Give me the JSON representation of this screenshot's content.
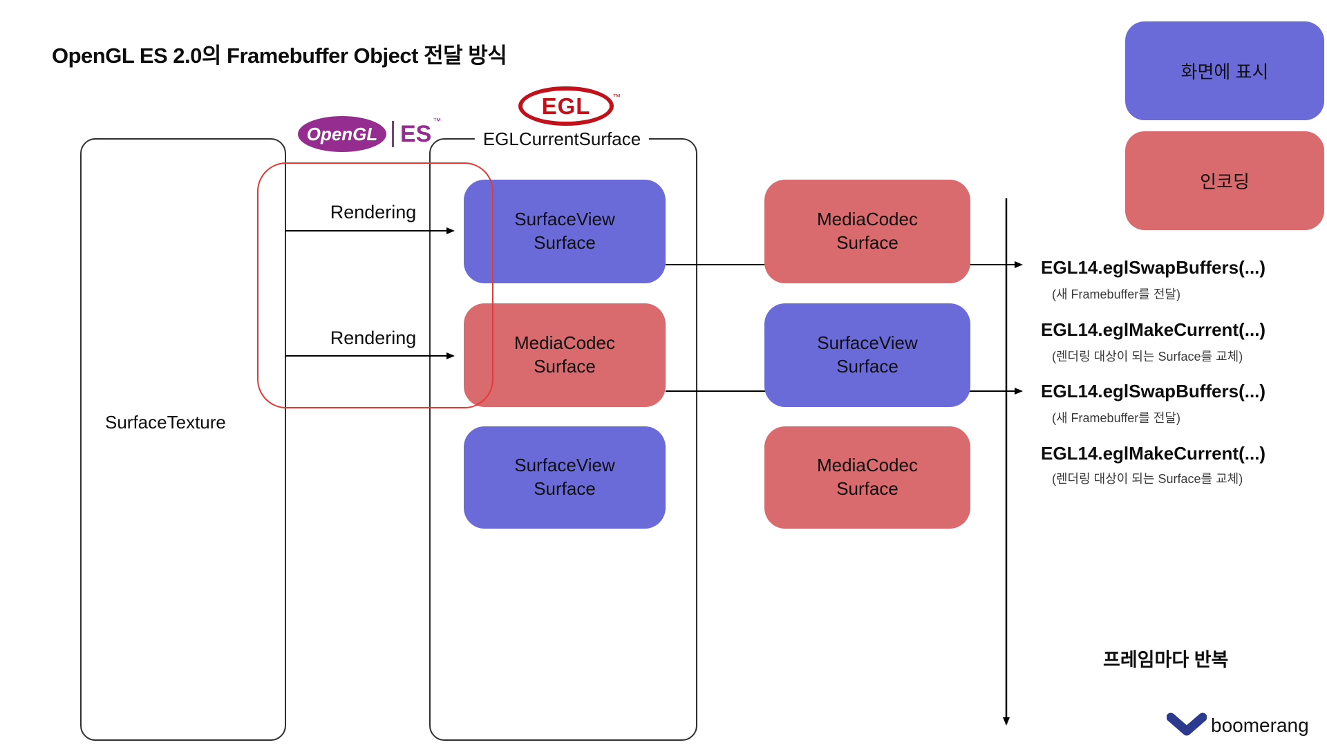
{
  "title": "OpenGL ES 2.0의 Framebuffer Object 전달 방식",
  "legend": {
    "display_label": "화면에 표시",
    "encoding_label": "인코딩"
  },
  "colors": {
    "display_blue": "#6b6ad9",
    "encoding_red": "#d96a6e",
    "highlight_outline": "#e53935",
    "opengl_purple": "#952d90",
    "egl_red": "#c1121c",
    "brand_navy": "#2b3a8f"
  },
  "surface_texture": {
    "label": "SurfaceTexture"
  },
  "egl_container": {
    "label": "EGLCurrentSurface"
  },
  "logos": {
    "opengl": {
      "main": "OpenGL",
      "sub": "ES",
      "tm": "™"
    },
    "egl": {
      "text": "EGL",
      "tm": "™"
    }
  },
  "rendering": {
    "labels": [
      "Rendering",
      "Rendering"
    ]
  },
  "egl_boxes": [
    {
      "label": "SurfaceView\nSurface",
      "type": "display"
    },
    {
      "label": "MediaCodec\nSurface",
      "type": "encoding"
    },
    {
      "label": "SurfaceView\nSurface",
      "type": "display"
    }
  ],
  "codec_boxes": [
    {
      "label": "MediaCodec\nSurface",
      "type": "encoding"
    },
    {
      "label": "SurfaceView\nSurface",
      "type": "display"
    },
    {
      "label": "MediaCodec\nSurface",
      "type": "encoding"
    }
  ],
  "api_calls": [
    {
      "title": "EGL14.eglSwapBuffers(...)",
      "subtitle": "(새 Framebuffer를 전달)"
    },
    {
      "title": "EGL14.eglMakeCurrent(...)",
      "subtitle": "(렌더링 대상이 되는 Surface를 교체)"
    },
    {
      "title": "EGL14.eglSwapBuffers(...)",
      "subtitle": "(새 Framebuffer를 전달)"
    },
    {
      "title": "EGL14.eglMakeCurrent(...)",
      "subtitle": "(렌더링 대상이 되는 Surface를 교체)"
    }
  ],
  "frame_loop": {
    "label": "프레임마다 반복"
  },
  "brand": {
    "name": "boomerang"
  }
}
